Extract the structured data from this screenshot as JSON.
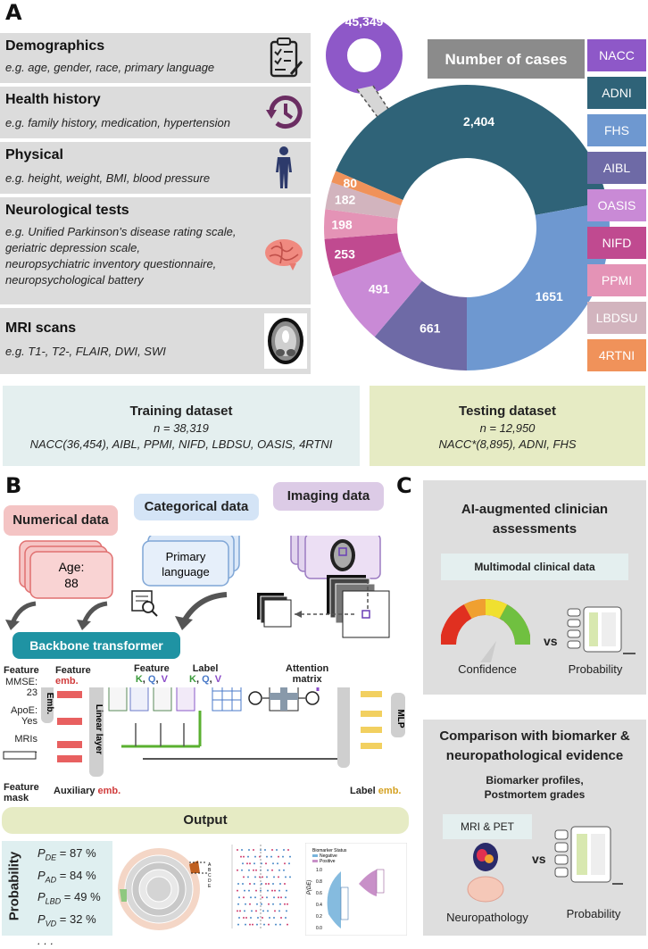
{
  "panel_a": {
    "letter": "A",
    "features": [
      {
        "title": "Demographics",
        "desc": "e.g. age, gender, race, primary language",
        "icon": "clipboard-icon"
      },
      {
        "title": "Health history",
        "desc": "e.g. family history, medication, hypertension",
        "icon": "history-clock-icon"
      },
      {
        "title": "Physical",
        "desc": "e.g. height, weight, BMI, blood pressure",
        "icon": "human-body-icon"
      },
      {
        "title": "Neurological tests",
        "desc": "e.g. Unified Parkinson’s disease rating scale,\ngeriatric depression scale,\nneuropsychiatric inventory questionnaire,\nneuropsychological battery",
        "icon": "brain-icon"
      },
      {
        "title": "MRI scans",
        "desc": "e.g. T1-, T2-, FLAIR, DWI, SWI",
        "icon": "mri-brain-icon"
      }
    ],
    "number_of_cases_label": "Number of cases",
    "nacc_label": "45,349",
    "donut_labels": [
      "2,404",
      "1651",
      "661",
      "491",
      "253",
      "198",
      "182",
      "80"
    ],
    "legend": [
      {
        "name": "NACC",
        "color": "#8e58c8"
      },
      {
        "name": "ADNI",
        "color": "#2f6378"
      },
      {
        "name": "FHS",
        "color": "#6e98d0"
      },
      {
        "name": "AIBL",
        "color": "#6e6aa6"
      },
      {
        "name": "OASIS",
        "color": "#c98ad6"
      },
      {
        "name": "NIFD",
        "color": "#c04a90"
      },
      {
        "name": "PPMI",
        "color": "#e493b6"
      },
      {
        "name": "LBDSU",
        "color": "#d2b4be"
      },
      {
        "name": "4RTNI",
        "color": "#f0925a"
      }
    ],
    "training": {
      "title": "Training dataset",
      "n": "n = 38,319",
      "sources": "NACC(36,454), AIBL, PPMI, NIFD, LBDSU, OASIS, 4RTNI"
    },
    "testing": {
      "title": "Testing dataset",
      "n": "n = 12,950",
      "sources": "NACC*(8,895), ADNI, FHS"
    }
  },
  "chart_data": {
    "type": "pie",
    "title": "Number of cases",
    "series": [
      {
        "name": "NACC",
        "values": [
          45349
        ]
      },
      {
        "name": "ADNI",
        "values": [
          2404
        ]
      },
      {
        "name": "FHS",
        "values": [
          1651
        ]
      },
      {
        "name": "AIBL",
        "values": [
          661
        ]
      },
      {
        "name": "OASIS",
        "values": [
          491
        ]
      },
      {
        "name": "NIFD",
        "values": [
          253
        ]
      },
      {
        "name": "PPMI",
        "values": [
          198
        ]
      },
      {
        "name": "LBDSU",
        "values": [
          182
        ]
      },
      {
        "name": "4RTNI",
        "values": [
          80
        ]
      }
    ]
  },
  "panel_b": {
    "letter": "B",
    "numerical": "Numerical data",
    "categorical": "Categorical data",
    "imaging": "Imaging data",
    "age_label": "Age:",
    "age_value": "88",
    "primary_language": "Primary\nlanguage",
    "backbone": "Backbone transformer",
    "feature": "Feature",
    "mmse": "MMSE:\n23",
    "apoe": "ApoE:\nYes",
    "mris": "MRIs\n...",
    "feature_emb": "Feature",
    "emb_word": "emb.",
    "feature_kqv": "Feature",
    "label_kqv": "Label",
    "k": "K",
    "q": "Q",
    "v": "V",
    "attention": "Attention\nmatrix",
    "emb_box": "Emb.",
    "linear_layer": "Linear layer",
    "mlp": "MLP",
    "feature_mask": "Feature\nmask",
    "auxiliary": "Auxiliary",
    "label_emb": "Label",
    "output": "Output",
    "probability": "Probability",
    "probs": [
      {
        "sub": "DE",
        "val": "= 87 %"
      },
      {
        "sub": "AD",
        "val": "= 84 %"
      },
      {
        "sub": "LBD",
        "val": "= 49 %"
      },
      {
        "sub": "VD",
        "val": "= 32 %"
      }
    ],
    "p_letter": "P",
    "dots": ". . .",
    "radial_letters": [
      "A",
      "B",
      "C",
      "D",
      "E"
    ],
    "violin_title": "Biomarker Status",
    "violin_neg": "Negative",
    "violin_pos": "Positive",
    "violin_ylabel": "P(DE)",
    "violin_yticks": [
      "1.0",
      "0.8",
      "0.6",
      "0.4",
      "0.2",
      "0.0"
    ]
  },
  "panel_c": {
    "letter": "C",
    "ai_title": "AI-augmented clinician\nassessments",
    "multimodal": "Multimodal clinical data",
    "confidence": "Confidence",
    "vs": "vs",
    "probability": "Probability",
    "comparison_title": "Comparison with biomarker &\nneuropathological evidence",
    "biomarker_profiles": "Biomarker profiles,\nPostmortem grades",
    "mri_pet": "MRI & PET",
    "neuropathology": "Neuropathology",
    "probability2": "Probability"
  }
}
